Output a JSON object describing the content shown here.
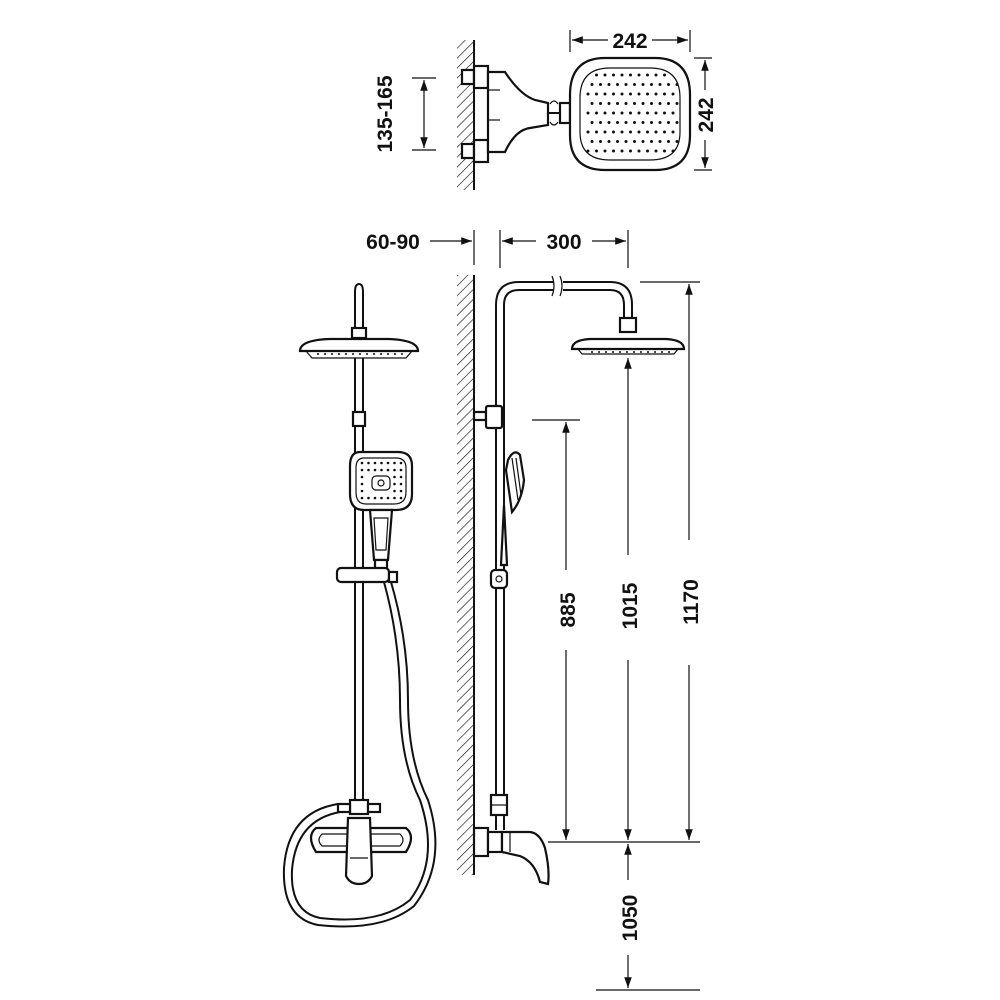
{
  "dimensions": {
    "head_width": "242",
    "head_depth": "242",
    "inlet_spacing": "135-165",
    "wall_offset": "60-90",
    "arm_reach": "300",
    "handshower_holder_height": "885",
    "shower_head_height": "1015",
    "total_height": "1170",
    "mixer_height": "1050"
  },
  "icons": {
    "front_view": "shower-column-front-view",
    "side_view": "shower-column-side-view",
    "top_view": "shower-head-top-view",
    "wall": "wall-hatch"
  }
}
